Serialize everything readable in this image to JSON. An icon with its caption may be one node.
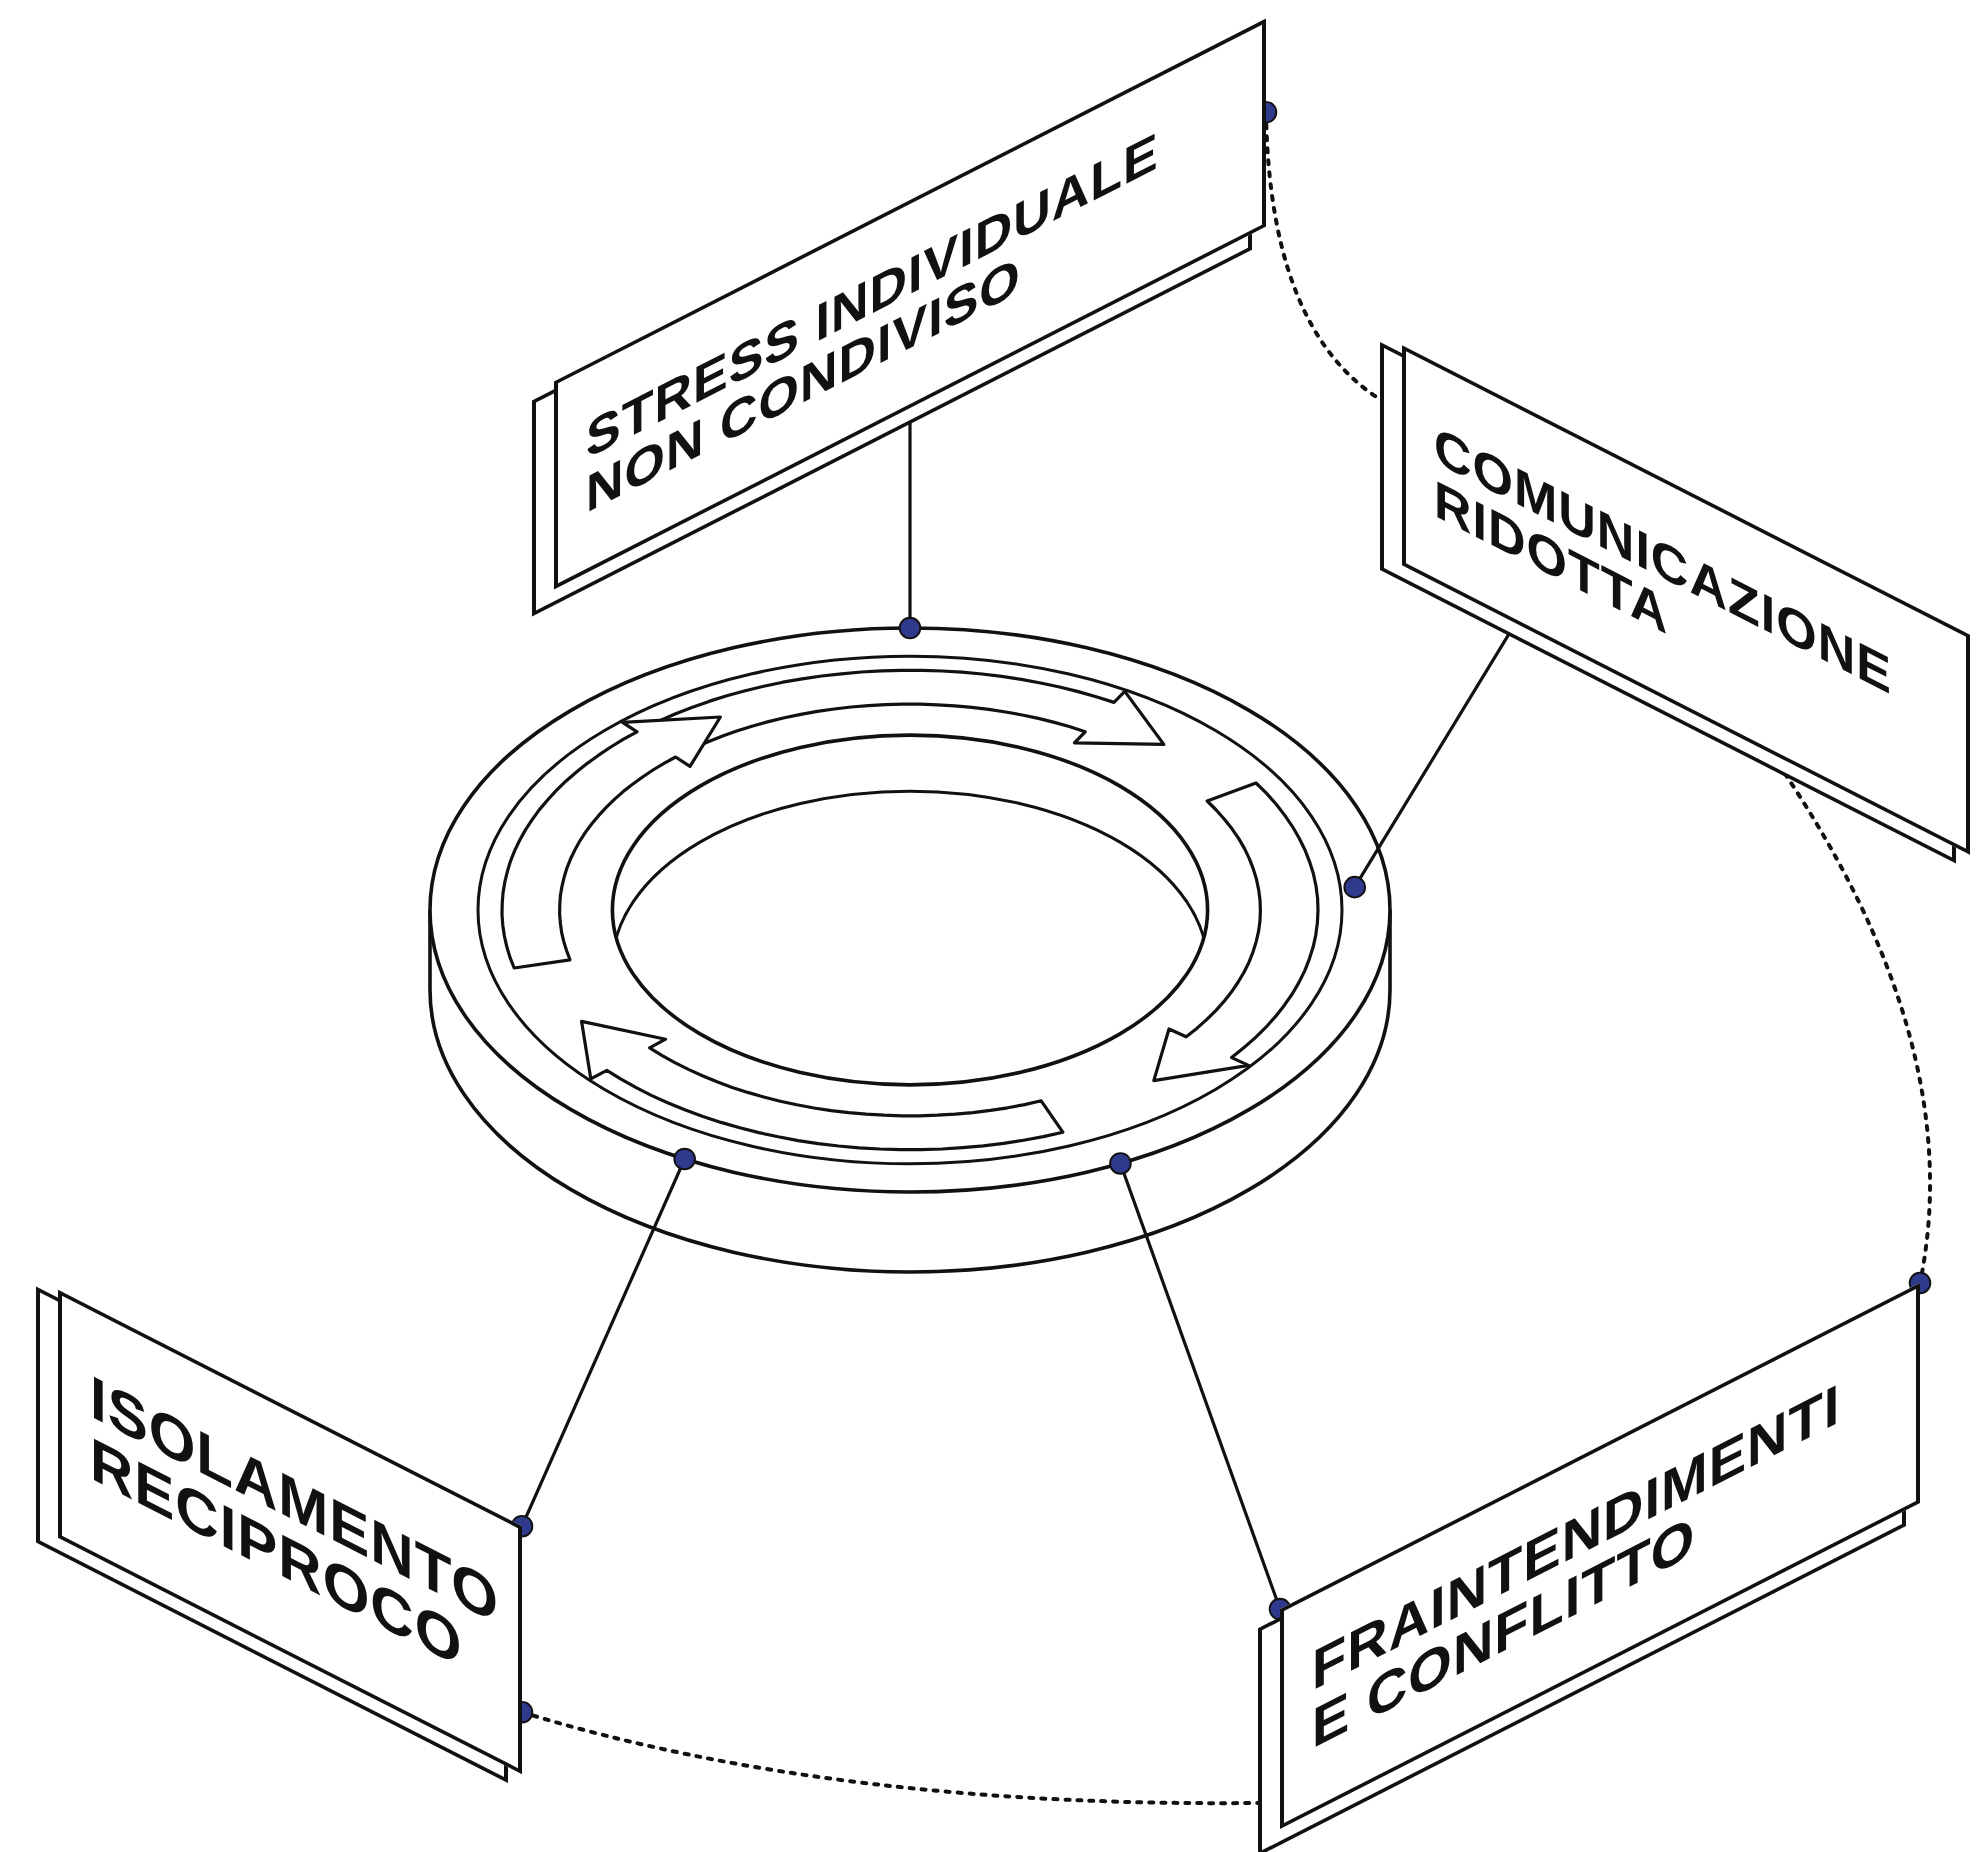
{
  "diagram": {
    "nodes": [
      {
        "text": [
          "STRESS INDIVIDUALE NON CONDIVISO"
        ]
      },
      {
        "text": [
          "COMUNICAZIONE RIDOTTA"
        ]
      },
      {
        "text": [
          "FRAINTENDIMENTI E CONFLITTO"
        ]
      },
      {
        "text": [
          "ISOLAMENTO RECIPROCO"
        ]
      },
      {
        "text": [],
        "shape": "ring"
      }
    ],
    "edges": [
      {
        "from": 0,
        "to": 4,
        "arrow": "other"
      },
      {
        "from": 1,
        "to": 4,
        "arrow": "other"
      },
      {
        "from": 2,
        "to": 4,
        "arrow": "other"
      },
      {
        "from": 3,
        "to": 4,
        "arrow": "other"
      },
      {
        "from": 0,
        "to": 1,
        "arrow": "other",
        "style": "dashed"
      },
      {
        "from": 1,
        "to": 2,
        "arrow": "other",
        "style": "dashed"
      },
      {
        "from": 3,
        "to": 2,
        "arrow": "other",
        "style": "dashed"
      }
    ]
  }
}
